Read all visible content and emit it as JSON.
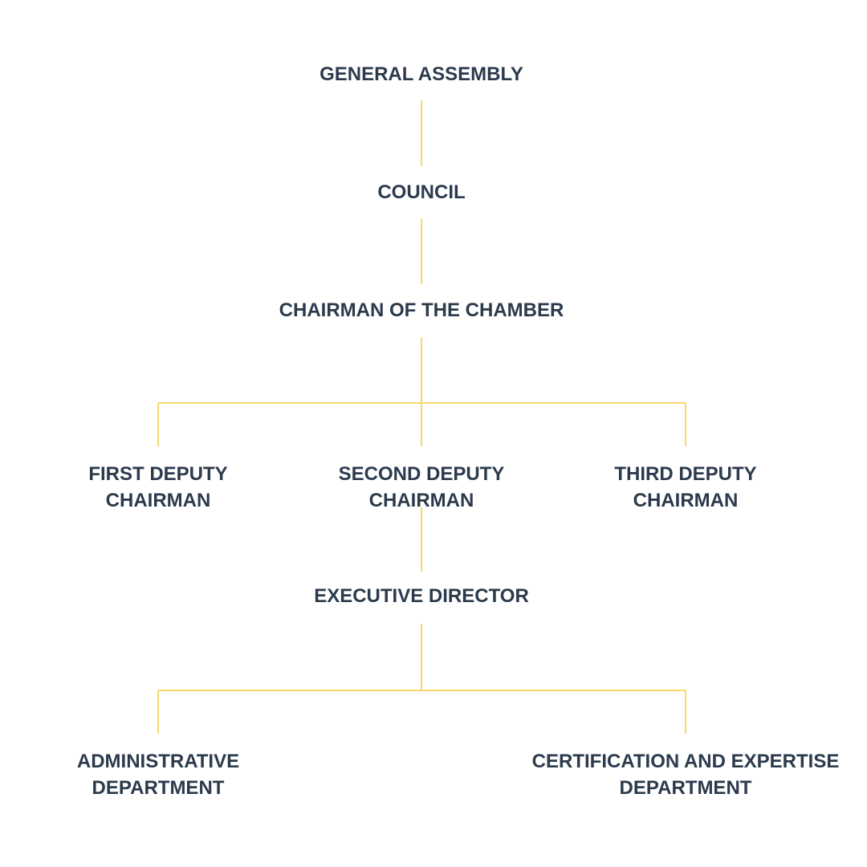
{
  "colors": {
    "text": "#2b3a4c",
    "connector": "#f9d96b",
    "background": "#ffffff"
  },
  "nodes": {
    "general_assembly": {
      "lines": [
        "GENERAL ASSEMBLY"
      ]
    },
    "council": {
      "lines": [
        "COUNCIL"
      ]
    },
    "chairman": {
      "lines": [
        "CHAIRMAN OF THE CHAMBER"
      ]
    },
    "first_deputy": {
      "lines": [
        "FIRST DEPUTY",
        "CHAIRMAN"
      ]
    },
    "second_deputy": {
      "lines": [
        "SECOND DEPUTY",
        "CHAIRMAN"
      ]
    },
    "third_deputy": {
      "lines": [
        "THIRD DEPUTY",
        "CHAIRMAN"
      ]
    },
    "executive_director": {
      "lines": [
        "EXECUTIVE DIRECTOR"
      ]
    },
    "administrative_department": {
      "lines": [
        "ADMINISTRATIVE",
        "DEPARTMENT"
      ]
    },
    "certification_department": {
      "lines": [
        "CERTIFICATION AND EXPERTISE",
        "DEPARTMENT"
      ]
    }
  },
  "edges": [
    {
      "from": "general_assembly",
      "to": "council"
    },
    {
      "from": "council",
      "to": "chairman"
    },
    {
      "from": "chairman",
      "to": "first_deputy"
    },
    {
      "from": "chairman",
      "to": "second_deputy"
    },
    {
      "from": "chairman",
      "to": "third_deputy"
    },
    {
      "from": "second_deputy",
      "to": "executive_director"
    },
    {
      "from": "executive_director",
      "to": "administrative_department"
    },
    {
      "from": "executive_director",
      "to": "certification_department"
    }
  ]
}
